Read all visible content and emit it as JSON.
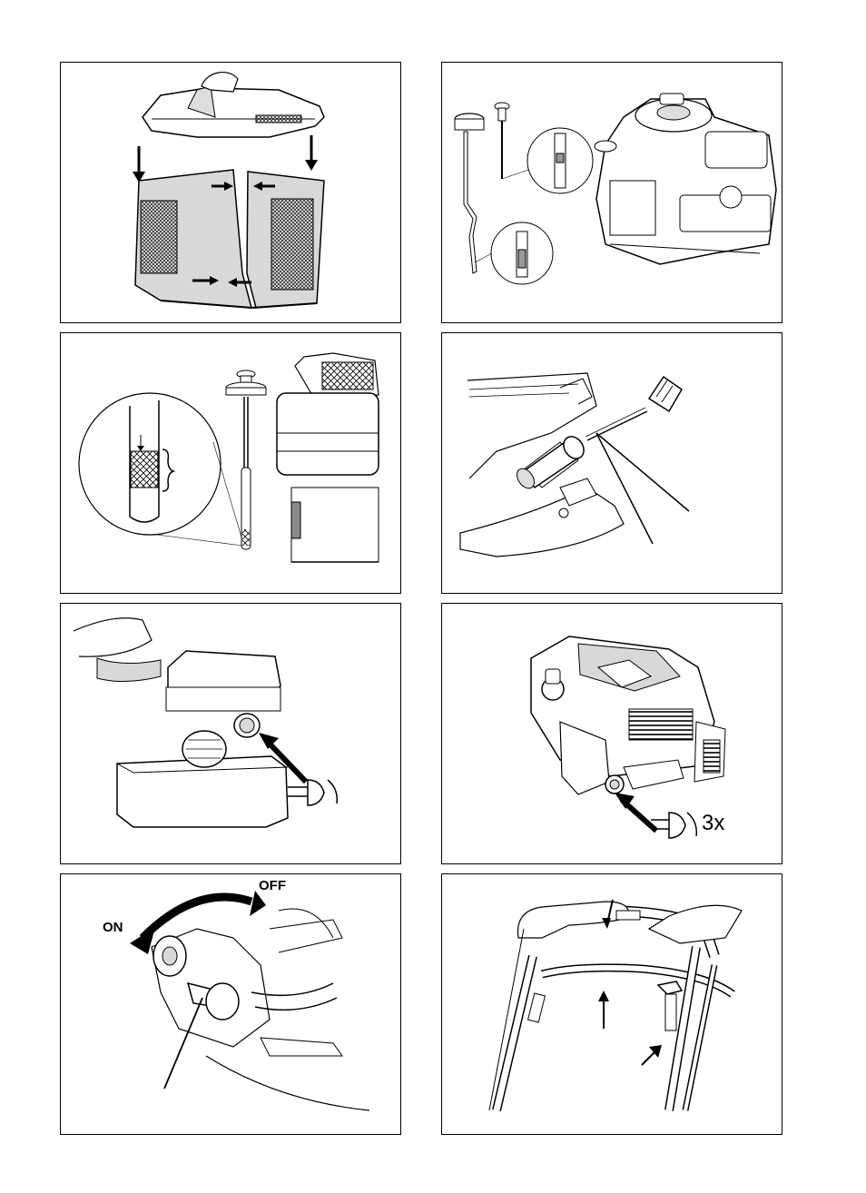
{
  "figures": [
    {
      "id": "fig-1",
      "subject": "grass-catcher-assembly"
    },
    {
      "id": "fig-2",
      "subject": "oil-dipstick-and-engine"
    },
    {
      "id": "fig-3",
      "subject": "dipstick-oil-level-detail"
    },
    {
      "id": "fig-4",
      "subject": "oil-filler-tube"
    },
    {
      "id": "fig-5",
      "subject": "primer-button-press",
      "icons": [
        "press-hand-icon"
      ]
    },
    {
      "id": "fig-6",
      "subject": "primer-press-three-times",
      "press_count_label": "3x",
      "icons": [
        "press-hand-icon"
      ]
    },
    {
      "id": "fig-7",
      "subject": "fuel-valve-on-off",
      "on_label": "ON",
      "off_label": "OFF"
    },
    {
      "id": "fig-8",
      "subject": "handle-and-controls"
    }
  ],
  "colors": {
    "line": "#000000",
    "paper": "#ffffff",
    "shade": "#d8d8d8",
    "mesh": "#9a9a9a"
  }
}
